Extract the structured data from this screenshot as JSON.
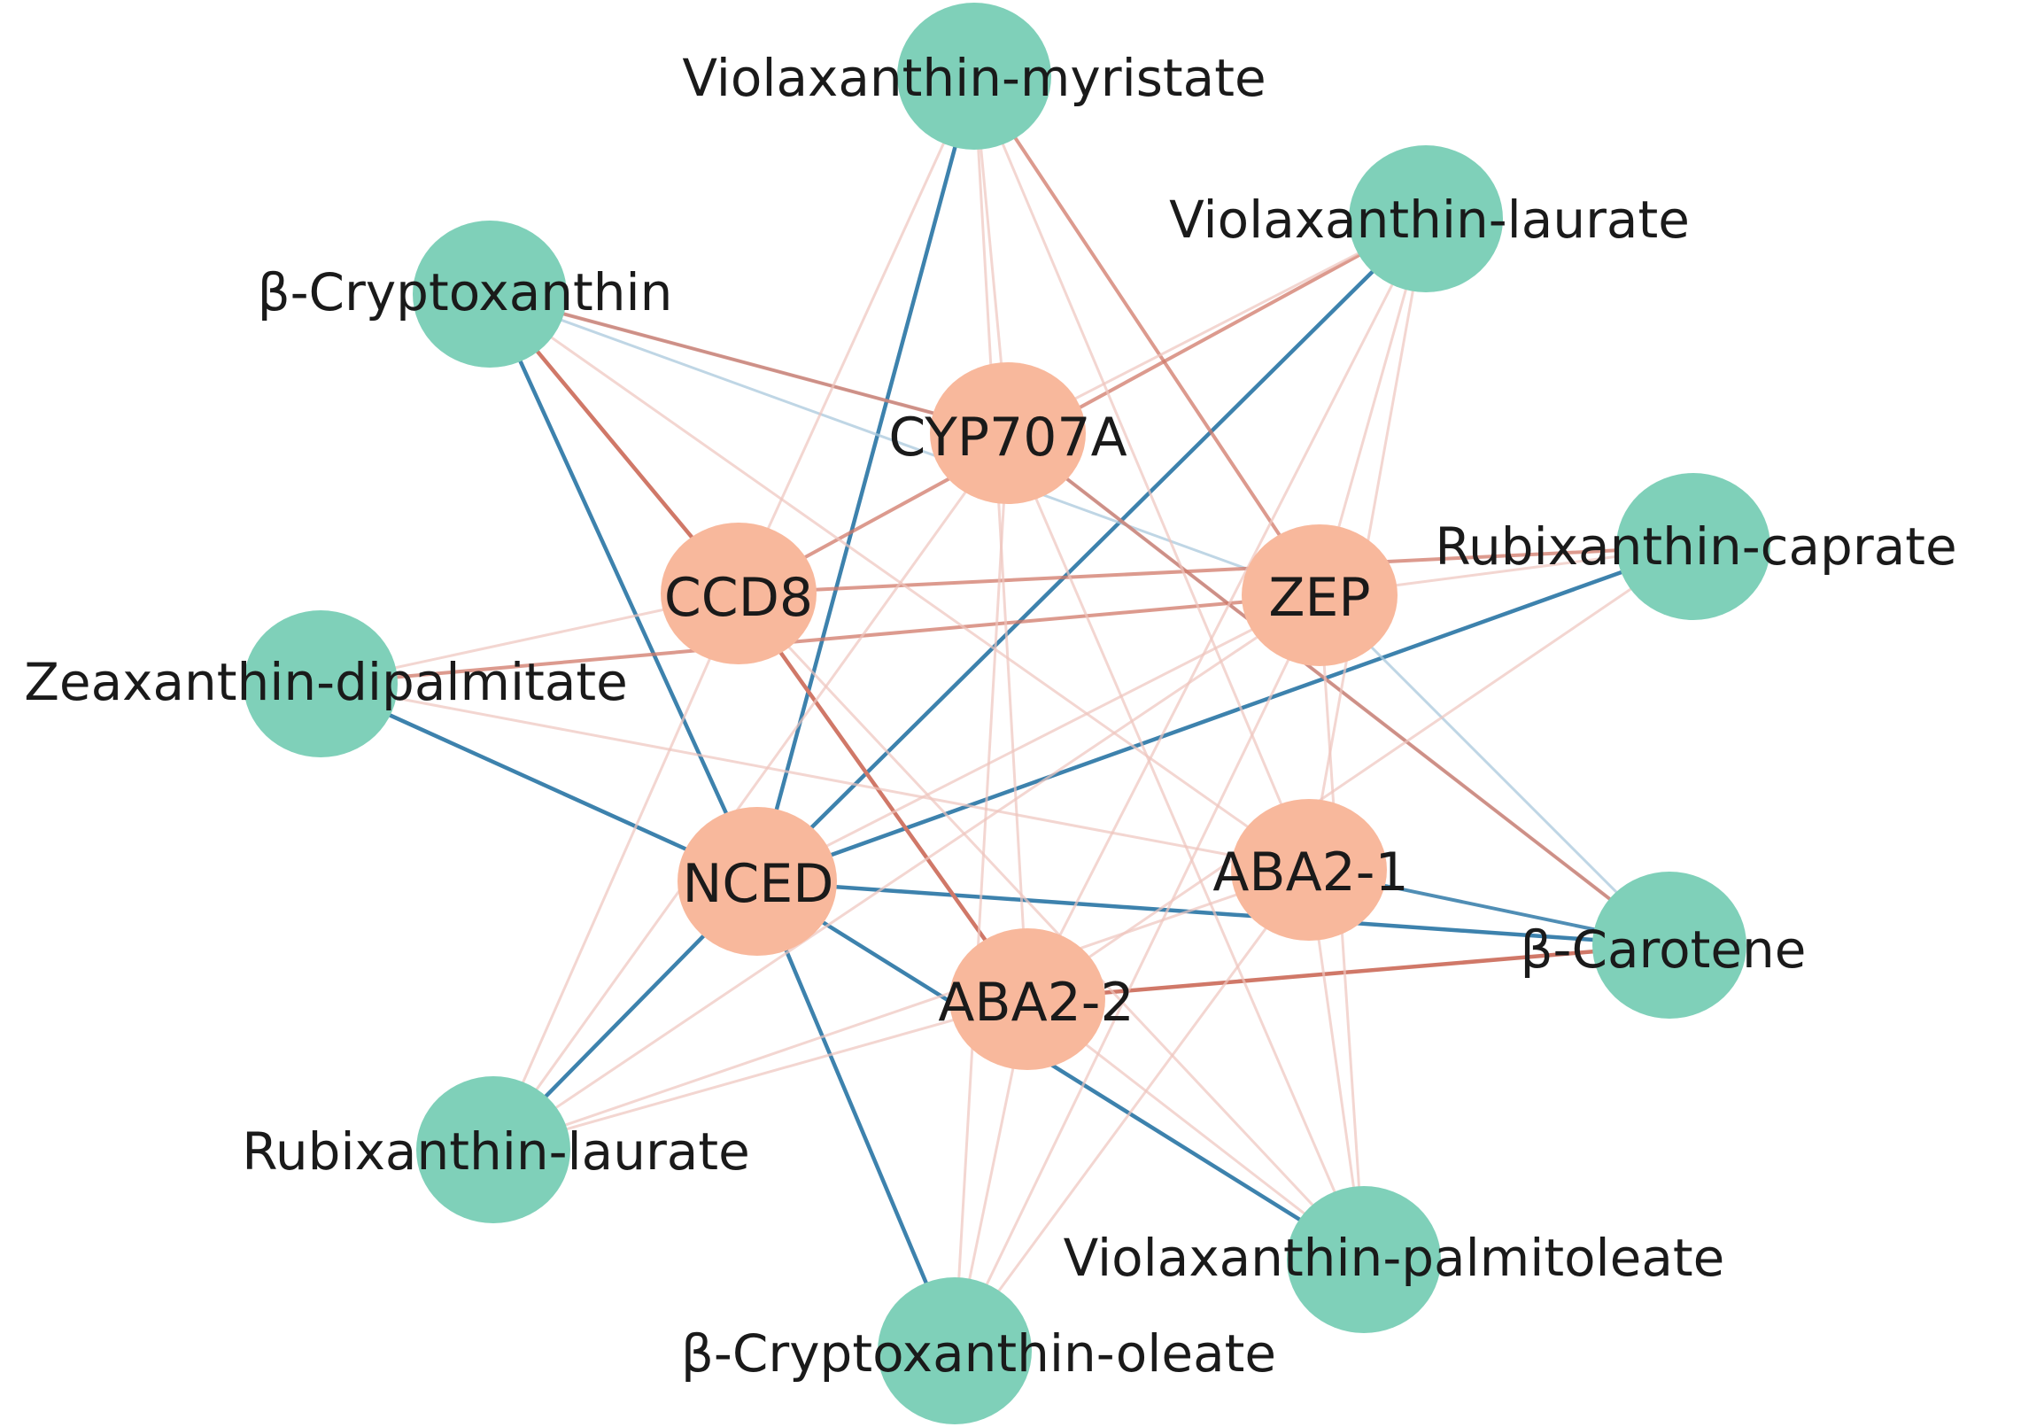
{
  "colors": {
    "gene_node": "#f8b89c",
    "metabolite_node": "#7fd0b9",
    "negative_edge": "#3d82ad",
    "negative_edge_weak": "#a9c8dc",
    "positive_edge": "#d07868",
    "positive_edge_weak": "#eec4be",
    "label": "#1a1a1a"
  },
  "genes": [
    {
      "id": "CYP707A",
      "label": "CYP707A"
    },
    {
      "id": "CCD8",
      "label": "CCD8"
    },
    {
      "id": "ZEP",
      "label": "ZEP"
    },
    {
      "id": "NCED",
      "label": "NCED"
    },
    {
      "id": "ABA2-1",
      "label": "ABA2-1"
    },
    {
      "id": "ABA2-2",
      "label": "ABA2-2"
    }
  ],
  "metabolites": [
    {
      "id": "violaxanthin-myristate",
      "label": "Violaxanthin-myristate"
    },
    {
      "id": "violaxanthin-laurate",
      "label": "Violaxanthin-laurate"
    },
    {
      "id": "beta-cryptoxanthin",
      "label": "β-Cryptoxanthin"
    },
    {
      "id": "rubixanthin-caprate",
      "label": "Rubixanthin-caprate"
    },
    {
      "id": "zeaxanthin-dipalmitate",
      "label": "Zeaxanthin-dipalmitate"
    },
    {
      "id": "beta-carotene",
      "label": "β-Carotene"
    },
    {
      "id": "rubixanthin-laurate",
      "label": "Rubixanthin-laurate"
    },
    {
      "id": "violaxanthin-palmitoleate",
      "label": "Violaxanthin-palmitoleate"
    },
    {
      "id": "beta-cryptoxanthin-oleate",
      "label": "β-Cryptoxanthin-oleate"
    }
  ],
  "edges": [
    {
      "source": "NCED",
      "target": "violaxanthin-myristate",
      "sign": "negative",
      "strength": "strong"
    },
    {
      "source": "NCED",
      "target": "violaxanthin-laurate",
      "sign": "negative",
      "strength": "strong"
    },
    {
      "source": "NCED",
      "target": "beta-cryptoxanthin",
      "sign": "negative",
      "strength": "strong"
    },
    {
      "source": "NCED",
      "target": "rubixanthin-caprate",
      "sign": "negative",
      "strength": "strong"
    },
    {
      "source": "NCED",
      "target": "zeaxanthin-dipalmitate",
      "sign": "negative",
      "strength": "strong"
    },
    {
      "source": "NCED",
      "target": "beta-carotene",
      "sign": "negative",
      "strength": "strong"
    },
    {
      "source": "NCED",
      "target": "rubixanthin-laurate",
      "sign": "negative",
      "strength": "strong"
    },
    {
      "source": "NCED",
      "target": "violaxanthin-palmitoleate",
      "sign": "negative",
      "strength": "strong"
    },
    {
      "source": "NCED",
      "target": "beta-cryptoxanthin-oleate",
      "sign": "negative",
      "strength": "strong"
    },
    {
      "source": "ABA2-1",
      "target": "beta-carotene",
      "sign": "negative",
      "strength": "medium"
    },
    {
      "source": "CYP707A",
      "target": "beta-carotene",
      "sign": "negative",
      "strength": "weak"
    },
    {
      "source": "ZEP",
      "target": "beta-carotene",
      "sign": "negative",
      "strength": "weak"
    },
    {
      "source": "CYP707A",
      "target": "beta-cryptoxanthin",
      "sign": "negative",
      "strength": "weak"
    },
    {
      "source": "ZEP",
      "target": "beta-cryptoxanthin",
      "sign": "negative",
      "strength": "weak"
    },
    {
      "source": "ABA2-2",
      "target": "beta-carotene",
      "sign": "positive",
      "strength": "strong"
    },
    {
      "source": "CCD8",
      "target": "beta-cryptoxanthin",
      "sign": "positive",
      "strength": "strong"
    },
    {
      "source": "CCD8",
      "target": "ABA2-2",
      "sign": "positive",
      "strength": "strong"
    },
    {
      "source": "CYP707A",
      "target": "beta-carotene",
      "sign": "positive",
      "strength": "medium"
    },
    {
      "source": "CYP707A",
      "target": "beta-cryptoxanthin",
      "sign": "positive",
      "strength": "medium"
    },
    {
      "source": "ZEP",
      "target": "violaxanthin-myristate",
      "sign": "positive",
      "strength": "medium"
    },
    {
      "source": "ZEP",
      "target": "zeaxanthin-dipalmitate",
      "sign": "positive",
      "strength": "medium"
    },
    {
      "source": "CCD8",
      "target": "violaxanthin-laurate",
      "sign": "positive",
      "strength": "medium"
    },
    {
      "source": "CCD8",
      "target": "rubixanthin-caprate",
      "sign": "positive",
      "strength": "medium"
    },
    {
      "source": "CYP707A",
      "target": "violaxanthin-myristate",
      "sign": "positive",
      "strength": "weak"
    },
    {
      "source": "CYP707A",
      "target": "violaxanthin-laurate",
      "sign": "positive",
      "strength": "weak"
    },
    {
      "source": "CYP707A",
      "target": "rubixanthin-laurate",
      "sign": "positive",
      "strength": "weak"
    },
    {
      "source": "CYP707A",
      "target": "violaxanthin-palmitoleate",
      "sign": "positive",
      "strength": "weak"
    },
    {
      "source": "CYP707A",
      "target": "beta-cryptoxanthin-oleate",
      "sign": "positive",
      "strength": "weak"
    },
    {
      "source": "CCD8",
      "target": "violaxanthin-myristate",
      "sign": "positive",
      "strength": "weak"
    },
    {
      "source": "CCD8",
      "target": "zeaxanthin-dipalmitate",
      "sign": "positive",
      "strength": "weak"
    },
    {
      "source": "CCD8",
      "target": "violaxanthin-palmitoleate",
      "sign": "positive",
      "strength": "weak"
    },
    {
      "source": "CCD8",
      "target": "rubixanthin-laurate",
      "sign": "positive",
      "strength": "weak"
    },
    {
      "source": "ZEP",
      "target": "violaxanthin-laurate",
      "sign": "positive",
      "strength": "weak"
    },
    {
      "source": "ZEP",
      "target": "rubixanthin-caprate",
      "sign": "positive",
      "strength": "weak"
    },
    {
      "source": "ZEP",
      "target": "rubixanthin-laurate",
      "sign": "positive",
      "strength": "weak"
    },
    {
      "source": "ZEP",
      "target": "beta-cryptoxanthin-oleate",
      "sign": "positive",
      "strength": "weak"
    },
    {
      "source": "ZEP",
      "target": "violaxanthin-palmitoleate",
      "sign": "positive",
      "strength": "weak"
    },
    {
      "source": "ABA2-1",
      "target": "violaxanthin-myristate",
      "sign": "positive",
      "strength": "weak"
    },
    {
      "source": "ABA2-1",
      "target": "violaxanthin-laurate",
      "sign": "positive",
      "strength": "weak"
    },
    {
      "source": "ABA2-1",
      "target": "beta-cryptoxanthin",
      "sign": "positive",
      "strength": "weak"
    },
    {
      "source": "ABA2-1",
      "target": "zeaxanthin-dipalmitate",
      "sign": "positive",
      "strength": "weak"
    },
    {
      "source": "ABA2-1",
      "target": "violaxanthin-palmitoleate",
      "sign": "positive",
      "strength": "weak"
    },
    {
      "source": "ABA2-1",
      "target": "beta-cryptoxanthin-oleate",
      "sign": "positive",
      "strength": "weak"
    },
    {
      "source": "ABA2-1",
      "target": "rubixanthin-laurate",
      "sign": "positive",
      "strength": "weak"
    },
    {
      "source": "ABA2-2",
      "target": "violaxanthin-myristate",
      "sign": "positive",
      "strength": "weak"
    },
    {
      "source": "ABA2-2",
      "target": "violaxanthin-laurate",
      "sign": "positive",
      "strength": "weak"
    },
    {
      "source": "ABA2-2",
      "target": "rubixanthin-caprate",
      "sign": "positive",
      "strength": "weak"
    },
    {
      "source": "ABA2-2",
      "target": "violaxanthin-palmitoleate",
      "sign": "positive",
      "strength": "weak"
    },
    {
      "source": "ABA2-2",
      "target": "rubixanthin-laurate",
      "sign": "positive",
      "strength": "weak"
    },
    {
      "source": "ABA2-2",
      "target": "beta-cryptoxanthin-oleate",
      "sign": "positive",
      "strength": "weak"
    },
    {
      "source": "NCED",
      "target": "ZEP",
      "sign": "positive",
      "strength": "weak"
    }
  ]
}
